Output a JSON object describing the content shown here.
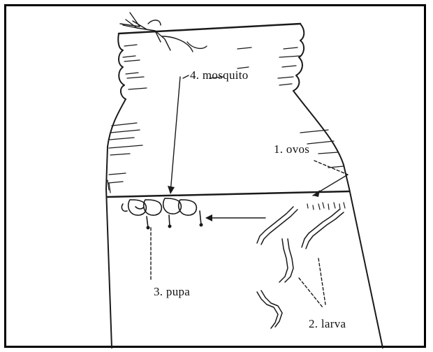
{
  "diagram": {
    "labels": {
      "eggs": "1. ovos",
      "larva": "2. larva",
      "pupa": "3. pupa",
      "mosquito": "4. mosquito"
    },
    "colors": {
      "ink": "#1a1a1a",
      "background": "#ffffff"
    }
  }
}
